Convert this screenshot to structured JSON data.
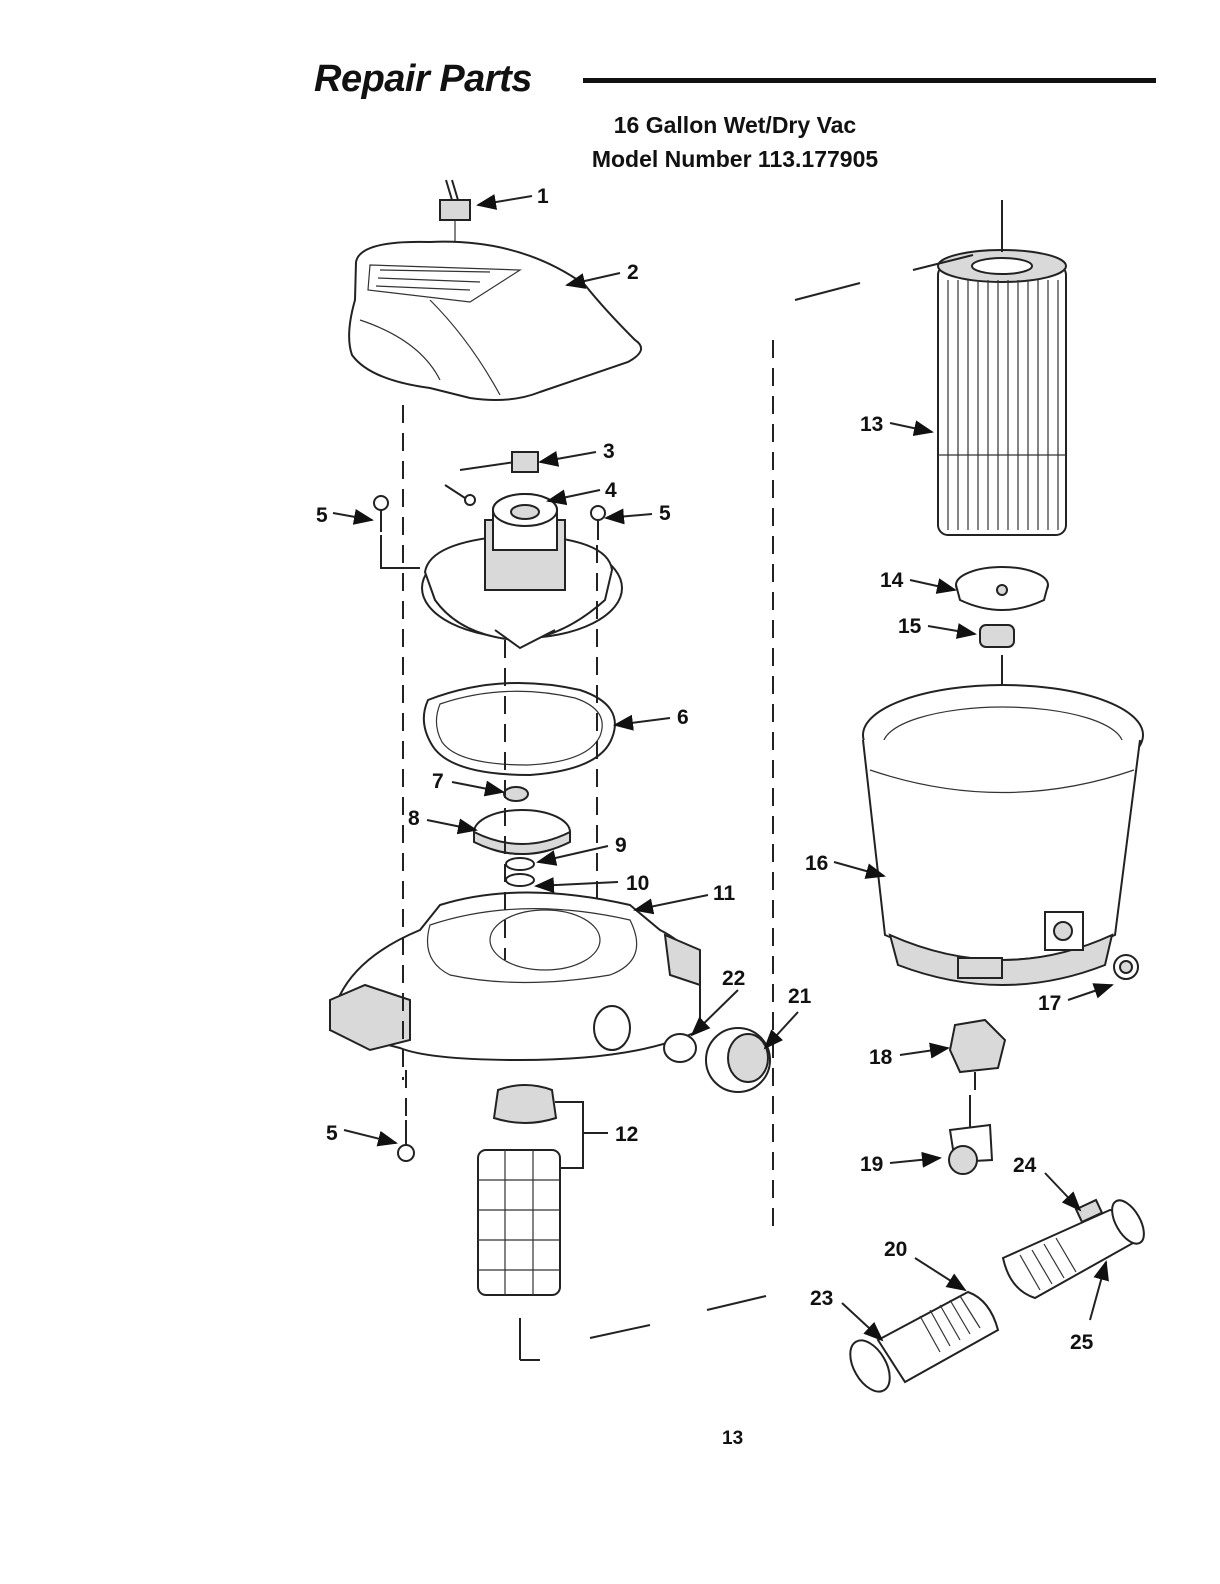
{
  "header": {
    "title": "Repair Parts",
    "subtitle_line1": "16 Gallon Wet/Dry Vac",
    "subtitle_line2": "Model Number 113.177905"
  },
  "callouts": {
    "c1": "1",
    "c2": "2",
    "c3": "3",
    "c4": "4",
    "c5a": "5",
    "c5b": "5",
    "c5c": "5",
    "c6": "6",
    "c7": "7",
    "c8": "8",
    "c9": "9",
    "c10": "10",
    "c11": "11",
    "c12": "12",
    "c13": "13",
    "c14": "14",
    "c15": "15",
    "c16": "16",
    "c17": "17",
    "c18": "18",
    "c19": "19",
    "c20": "20",
    "c21": "21",
    "c22": "22",
    "c23": "23",
    "c24": "24",
    "c25": "25"
  },
  "footer": {
    "page_number": "13"
  }
}
